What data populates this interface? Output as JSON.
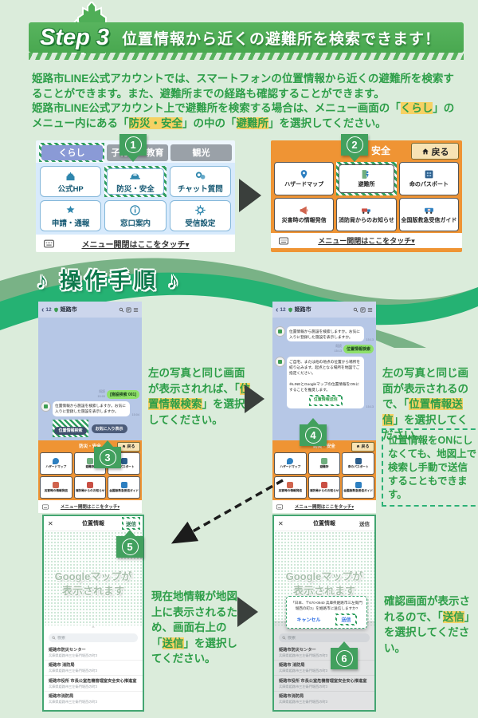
{
  "colors": {
    "page_bg": "#dbecdb",
    "accent_green": "#4fad55",
    "text_green": "#2d9e48",
    "highlight_yellow": "#f6d163",
    "orange": "#ef9434",
    "line_green": "#8ee069",
    "badge_green": "#42a05e",
    "stripe_green": "#2f9e5f",
    "wave_emerald": "#25b273",
    "wave_sage": "#79b286",
    "link_blue": "#2f6fe4"
  },
  "badges": [
    "1",
    "2",
    "3",
    "4",
    "5",
    "6"
  ],
  "header": {
    "step": "Step 3",
    "title": "位置情報から近くの避難所を検索できます！"
  },
  "intro": {
    "p1": "姫路市LINE公式アカウントでは、スマートフォンの位置情報から近くの避難所を検索することができます。また、避難所までの経路も確認することができます。",
    "p2_a": "姫路市LINE公式アカウント上で避難所を検索する場合は、メニュー画面の「",
    "p2_h1": "くらし",
    "p2_b": "」のメニュー内にある「",
    "p2_h2": "防災・安全",
    "p2_c": "」の中の「",
    "p2_h3": "避難所",
    "p2_d": "」を選択してください。"
  },
  "banner": {
    "left_note": "♪",
    "title": "操作手順",
    "right_note": "♪"
  },
  "menu_kurashi": {
    "tabs": [
      "くらし",
      "子育て・教育",
      "観光"
    ],
    "items": [
      {
        "label": "公式HP",
        "icon": "castle-icon"
      },
      {
        "label": "防災・安全",
        "icon": "helmet-icon"
      },
      {
        "label": "チャット質問",
        "icon": "chat-icon"
      },
      {
        "label": "申請・通報",
        "icon": "star-wand-icon"
      },
      {
        "label": "窓口案内",
        "icon": "info-icon"
      },
      {
        "label": "受信設定",
        "icon": "gear-icon"
      }
    ],
    "footer": "メニュー開閉はここをタッチ▾"
  },
  "menu_bosai": {
    "title": "防災・安全",
    "back_label": "戻る",
    "items": [
      {
        "label": "ハザードマップ",
        "icon": "map-pin-icon"
      },
      {
        "label": "避難所",
        "icon": "evacuation-icon"
      },
      {
        "label": "命のパスポート",
        "icon": "passport-icon"
      },
      {
        "label": "災害時の情報発信",
        "icon": "megaphone-icon"
      },
      {
        "label": "消防局からのお知らせ",
        "icon": "fire-truck-icon"
      },
      {
        "label": "全国版救急受信ガイド",
        "icon": "ambulance-icon"
      }
    ],
    "footer": "メニュー開閉はここをタッチ▾"
  },
  "chat": {
    "header": {
      "back": "‹",
      "count": "12",
      "name": "姫路市"
    },
    "msg_query": "位置情報から施設を検索しますか。お気に入りに登録した施設を表示しますか。",
    "screen1": {
      "sent": "[施設検索 001]",
      "sent_meta_read": "既読",
      "sent_meta_time": "15:03",
      "recv_time": "15:04",
      "btn_primary": "位置情報検索",
      "btn_secondary": "お気に入り表示"
    },
    "screen2": {
      "recv_time": "15:13",
      "sent": "位置情報検索",
      "sent_meta_read": "既読",
      "sent_meta_time": "15:13",
      "msg2_p1": "ご自宅、または他の地点の位置から場所を絞り込みます。起点となる場所を地図でご指定ください。",
      "msg2_p2": "※LINEとGoogleマップの位置情報をONにすることを推奨します。",
      "btn_send": "位置情報送信",
      "msg2_time": "15:13"
    }
  },
  "steps": {
    "s3": {
      "a": "左の写真と同じ画面が表示されれば、「",
      "h": "位置情報検索",
      "b": "」を選択してください。"
    },
    "s4": {
      "a": "左の写真と同じ画面が表示されるので、「",
      "h": "位置情報送信",
      "b": "」を選択してください。"
    },
    "s4_note": "位置情報をONにしなくても、地図上で検索し手動で送信することもできます。",
    "s5": {
      "a": "現在地情報が地図上に表示されるため、画面右上の「",
      "h": "送信",
      "b": "」を選択してください。"
    },
    "s6": {
      "a": "確認画面が表示されるので、「",
      "h": "送信",
      "b": "」を選択してください。"
    }
  },
  "loc": {
    "close": "✕",
    "title": "位置情報",
    "send": "送信",
    "caret": "^",
    "map_line1": "Googleマップが",
    "map_line2": "表示されます",
    "search_placeholder": "検索",
    "results": [
      {
        "name": "姫路市防災センター",
        "addr": "兵庫県姫路市三左衛門堀西の町3"
      },
      {
        "name": "姫路市 消防局",
        "addr": "兵庫県姫路市三左衛門堀西の町3"
      },
      {
        "name": "姫路市役所 市長公室危機管理室安全安心推進室",
        "addr": "兵庫県姫路市三左衛門堀西の町3"
      },
      {
        "name": "姫路市消防局",
        "addr": "兵庫県姫路市三左衛門堀西の町3"
      }
    ],
    "dialog": {
      "text": "「日本、〒670-0940 兵庫県姫路市三左衛門堀西の町3」を姫路市に送信しますか?",
      "cancel": "キャンセル",
      "send": "送信"
    }
  }
}
